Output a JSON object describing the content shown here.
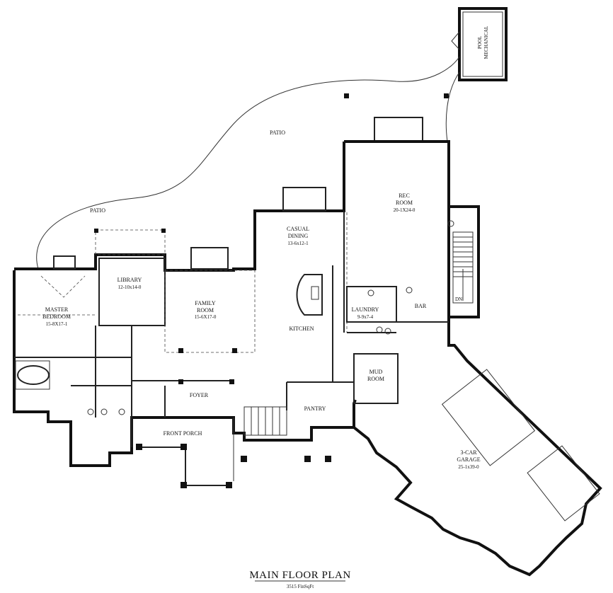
{
  "plan": {
    "title": "MAIN FLOOR PLAN",
    "area": "3515 FinSqFt"
  },
  "rooms": {
    "pool_mechanical": {
      "line1": "POOL",
      "line2": "MECHANICAL"
    },
    "patio_upper": "PATIO",
    "patio_left": "PATIO",
    "rec_room": {
      "name1": "REC",
      "name2": "ROOM",
      "dim": "20-1X24-0"
    },
    "casual_dining": {
      "name1": "CASUAL",
      "name2": "DINING",
      "dim": "13-6x12-1"
    },
    "library": {
      "name": "LIBRARY",
      "dim": "12-10x14-0"
    },
    "family_room": {
      "name1": "FAMILY",
      "name2": "ROOM",
      "dim": "15-6X17-0"
    },
    "master_bedroom": {
      "name1": "MASTER",
      "name2": "BEDROOM",
      "dim": "15-8X17-1"
    },
    "kitchen": "KITCHEN",
    "laundry": {
      "name": "LAUNDRY",
      "dim": "9-9x7-4"
    },
    "bar": "BAR",
    "mud_room": {
      "name1": "MUD",
      "name2": "ROOM"
    },
    "foyer": "FOYER",
    "pantry": "PANTRY",
    "front_porch": "FRONT PORCH",
    "garage": {
      "name1": "3-CAR",
      "name2": "GARAGE",
      "dim": "25-1x39-0"
    },
    "stair_dn": "DN"
  }
}
